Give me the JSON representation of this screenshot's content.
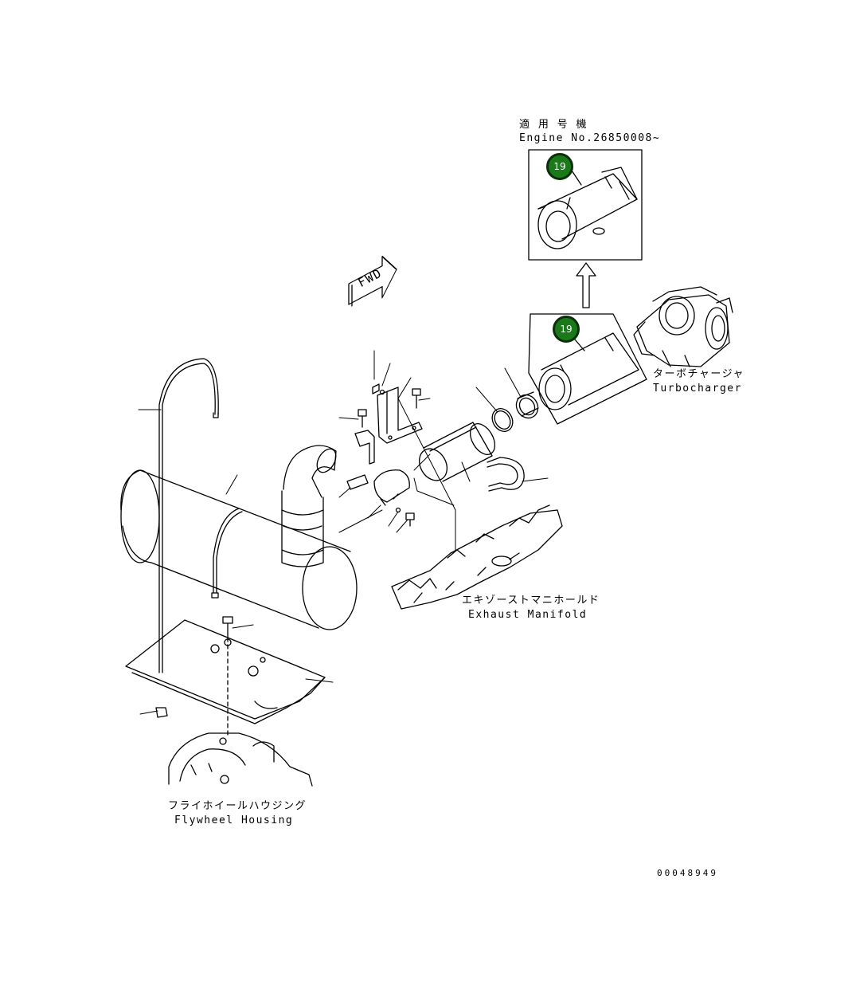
{
  "notes": {
    "applicable_serial_jp": "適 用 号 機",
    "applicable_serial_en": "Engine No.26850008~"
  },
  "callouts": {
    "top": "19",
    "middle": "19"
  },
  "fwd_label": "FWD",
  "labels": {
    "turbocharger_jp": "ターボチャージャ",
    "turbocharger_en": "Turbocharger",
    "exhaust_manifold_jp": "エキゾーストマニホールド",
    "exhaust_manifold_en": "Exhaust Manifold",
    "flywheel_housing_jp": "フライホイールハウジング",
    "flywheel_housing_en": "Flywheel Housing"
  },
  "drawing_number": "00048949"
}
